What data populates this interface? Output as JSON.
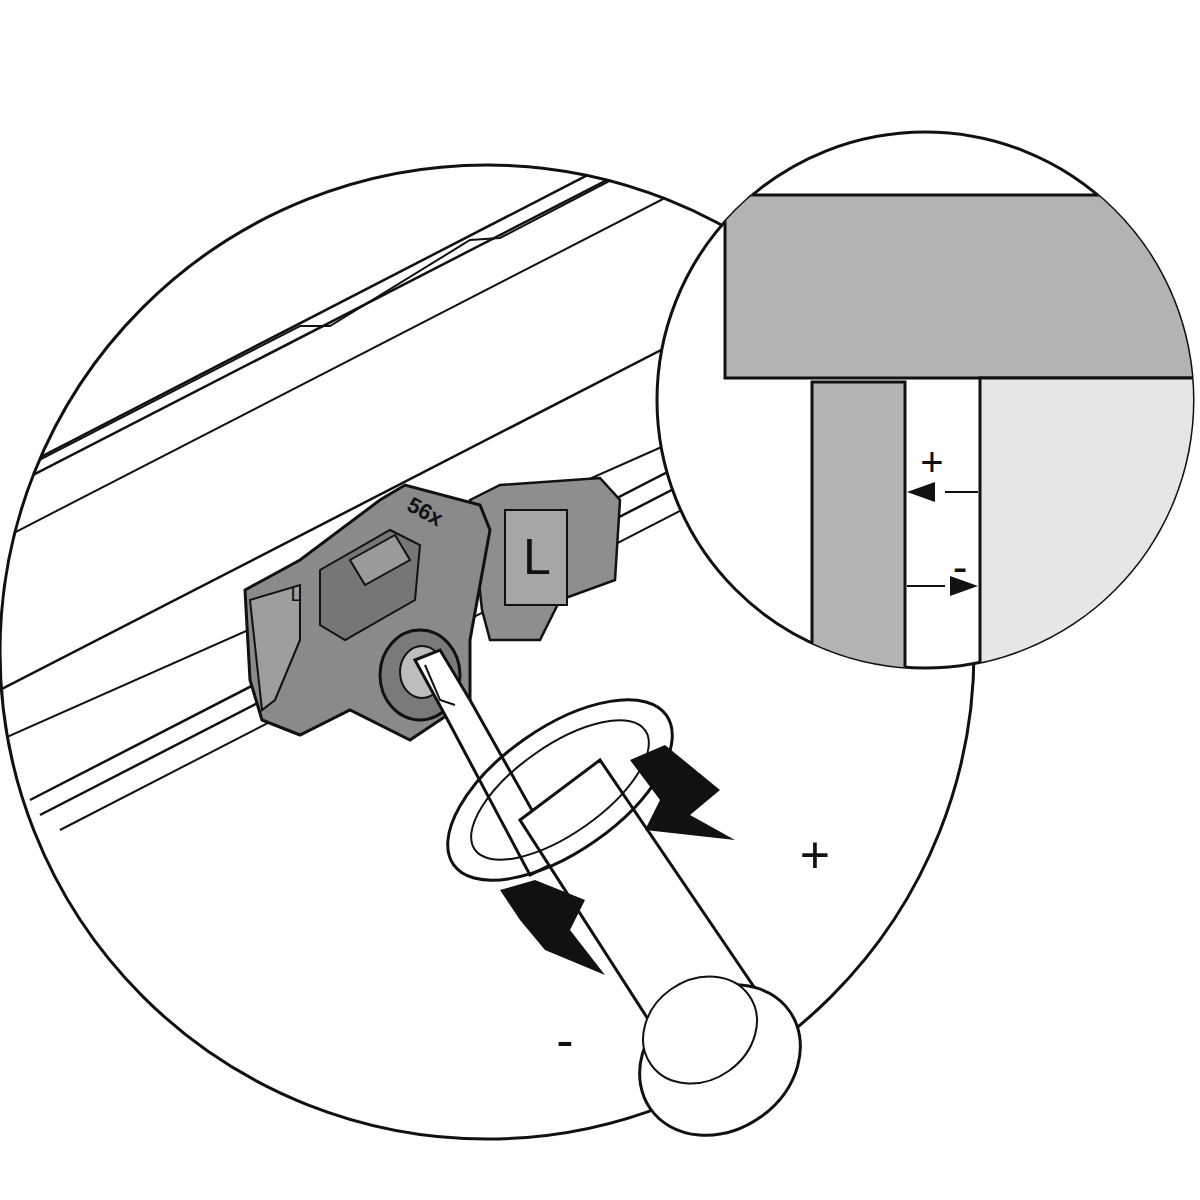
{
  "diagram": {
    "labels": [
      "+",
      "-",
      "56x",
      "L",
      "L",
      "+",
      "-"
    ]
  }
}
